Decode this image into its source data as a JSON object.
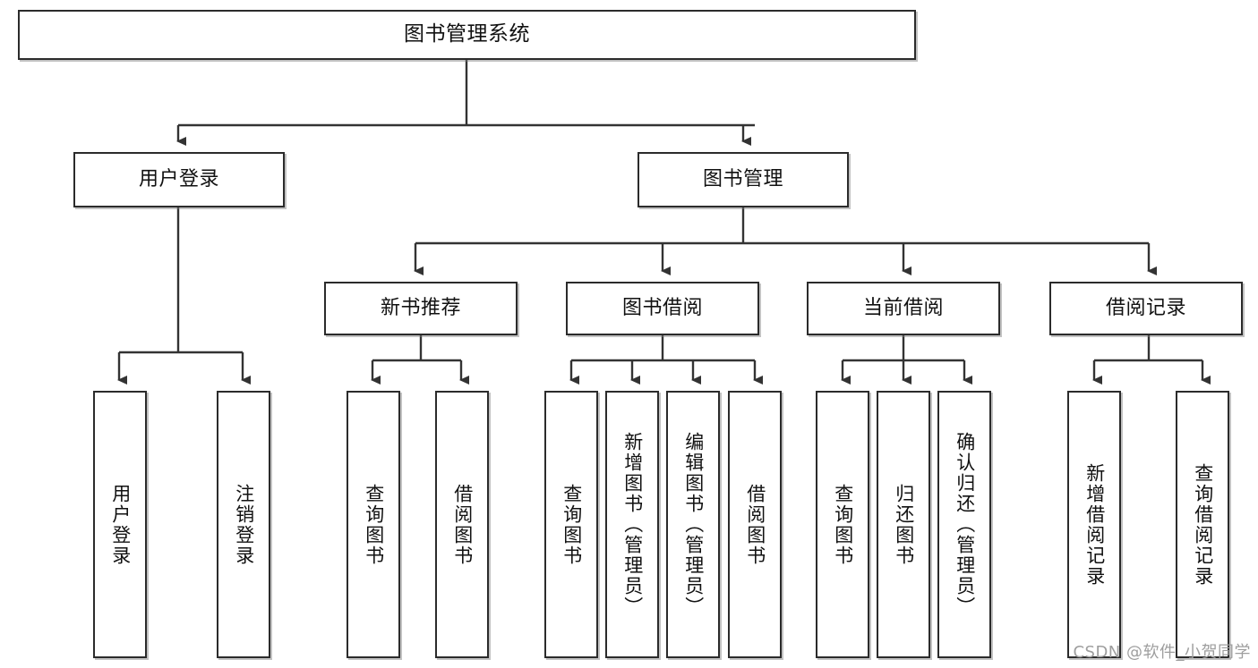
{
  "diagram": {
    "type": "tree",
    "title": "图书管理系统",
    "watermark": "CSDN @软件_小贺同学",
    "colors": {
      "box_stroke": "#2b2b2b",
      "box_fill": "#ffffff",
      "edge": "#333333",
      "text": "#111111",
      "watermark": "#9e9e9e"
    },
    "nodes": {
      "root": {
        "label": "图书管理系统"
      },
      "level2": [
        {
          "id": "user-login",
          "label": "用户登录"
        },
        {
          "id": "book-management",
          "label": "图书管理"
        }
      ],
      "level3": [
        {
          "id": "new-book-recommend",
          "label": "新书推荐"
        },
        {
          "id": "book-borrow",
          "label": "图书借阅"
        },
        {
          "id": "current-borrow",
          "label": "当前借阅"
        },
        {
          "id": "borrow-record",
          "label": "借阅记录"
        }
      ],
      "leaves": {
        "user_login": [
          {
            "id": "leaf-user-login",
            "label": "用户登录"
          },
          {
            "id": "leaf-logout",
            "label": "注销登录"
          }
        ],
        "new_book_recommend": [
          {
            "id": "leaf-query-book-1",
            "label": "查询图书"
          },
          {
            "id": "leaf-borrow-book-1",
            "label": "借阅图书"
          }
        ],
        "book_borrow": [
          {
            "id": "leaf-query-book-2",
            "label": "查询图书"
          },
          {
            "id": "leaf-add-book",
            "label": "新增图书（管理员）"
          },
          {
            "id": "leaf-edit-book",
            "label": "编辑图书（管理员）"
          },
          {
            "id": "leaf-borrow-book-2",
            "label": "借阅图书"
          }
        ],
        "current_borrow": [
          {
            "id": "leaf-query-book-3",
            "label": "查询图书"
          },
          {
            "id": "leaf-return-book",
            "label": "归还图书"
          },
          {
            "id": "leaf-confirm-return",
            "label": "确认归还（管理员）"
          }
        ],
        "borrow_record": [
          {
            "id": "leaf-add-record",
            "label": "新增借阅记录"
          },
          {
            "id": "leaf-query-record",
            "label": "查询借阅记录"
          }
        ]
      }
    }
  }
}
